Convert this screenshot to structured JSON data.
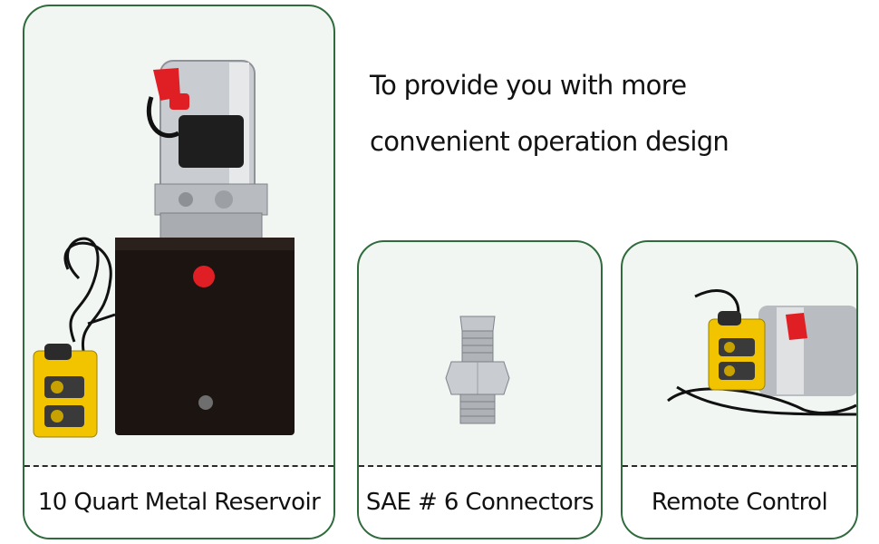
{
  "headline": {
    "line1": "To provide you with more",
    "line2": "convenient operation design"
  },
  "cards": [
    {
      "caption": "10 Quart Metal Reservoir",
      "image": "hydraulic-pump-unit"
    },
    {
      "caption": "SAE # 6 Connectors",
      "image": "steel-fitting"
    },
    {
      "caption": "Remote Control",
      "image": "remote-control-closeup"
    }
  ],
  "colors": {
    "card_border": "#2f6b3c",
    "card_background": "#f1f6f3",
    "reservoir": "#1b1411",
    "remote": "#f2c400",
    "cap": "#e01f25"
  }
}
